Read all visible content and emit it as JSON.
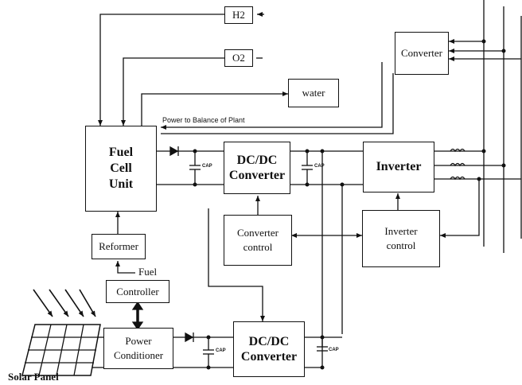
{
  "blocks": {
    "h2": "H2",
    "o2": "O2",
    "water": "water",
    "converter_top": "Converter",
    "fuel_cell": "Fuel\nCell\nUnit",
    "dcdc_top": "DC/DC\nConverter",
    "inverter": "Inverter",
    "reformer": "Reformer",
    "converter_control": "Converter\ncontrol",
    "inverter_control": "Inverter\ncontrol",
    "controller": "Controller",
    "power_conditioner": "Power\nConditioner",
    "dcdc_bottom": "DC/DC\nConverter"
  },
  "labels": {
    "power_to_bop": "Power to Balance of Plant",
    "fuel": "Fuel",
    "solar_panel": "Solar Panel",
    "cap": "CAP"
  }
}
